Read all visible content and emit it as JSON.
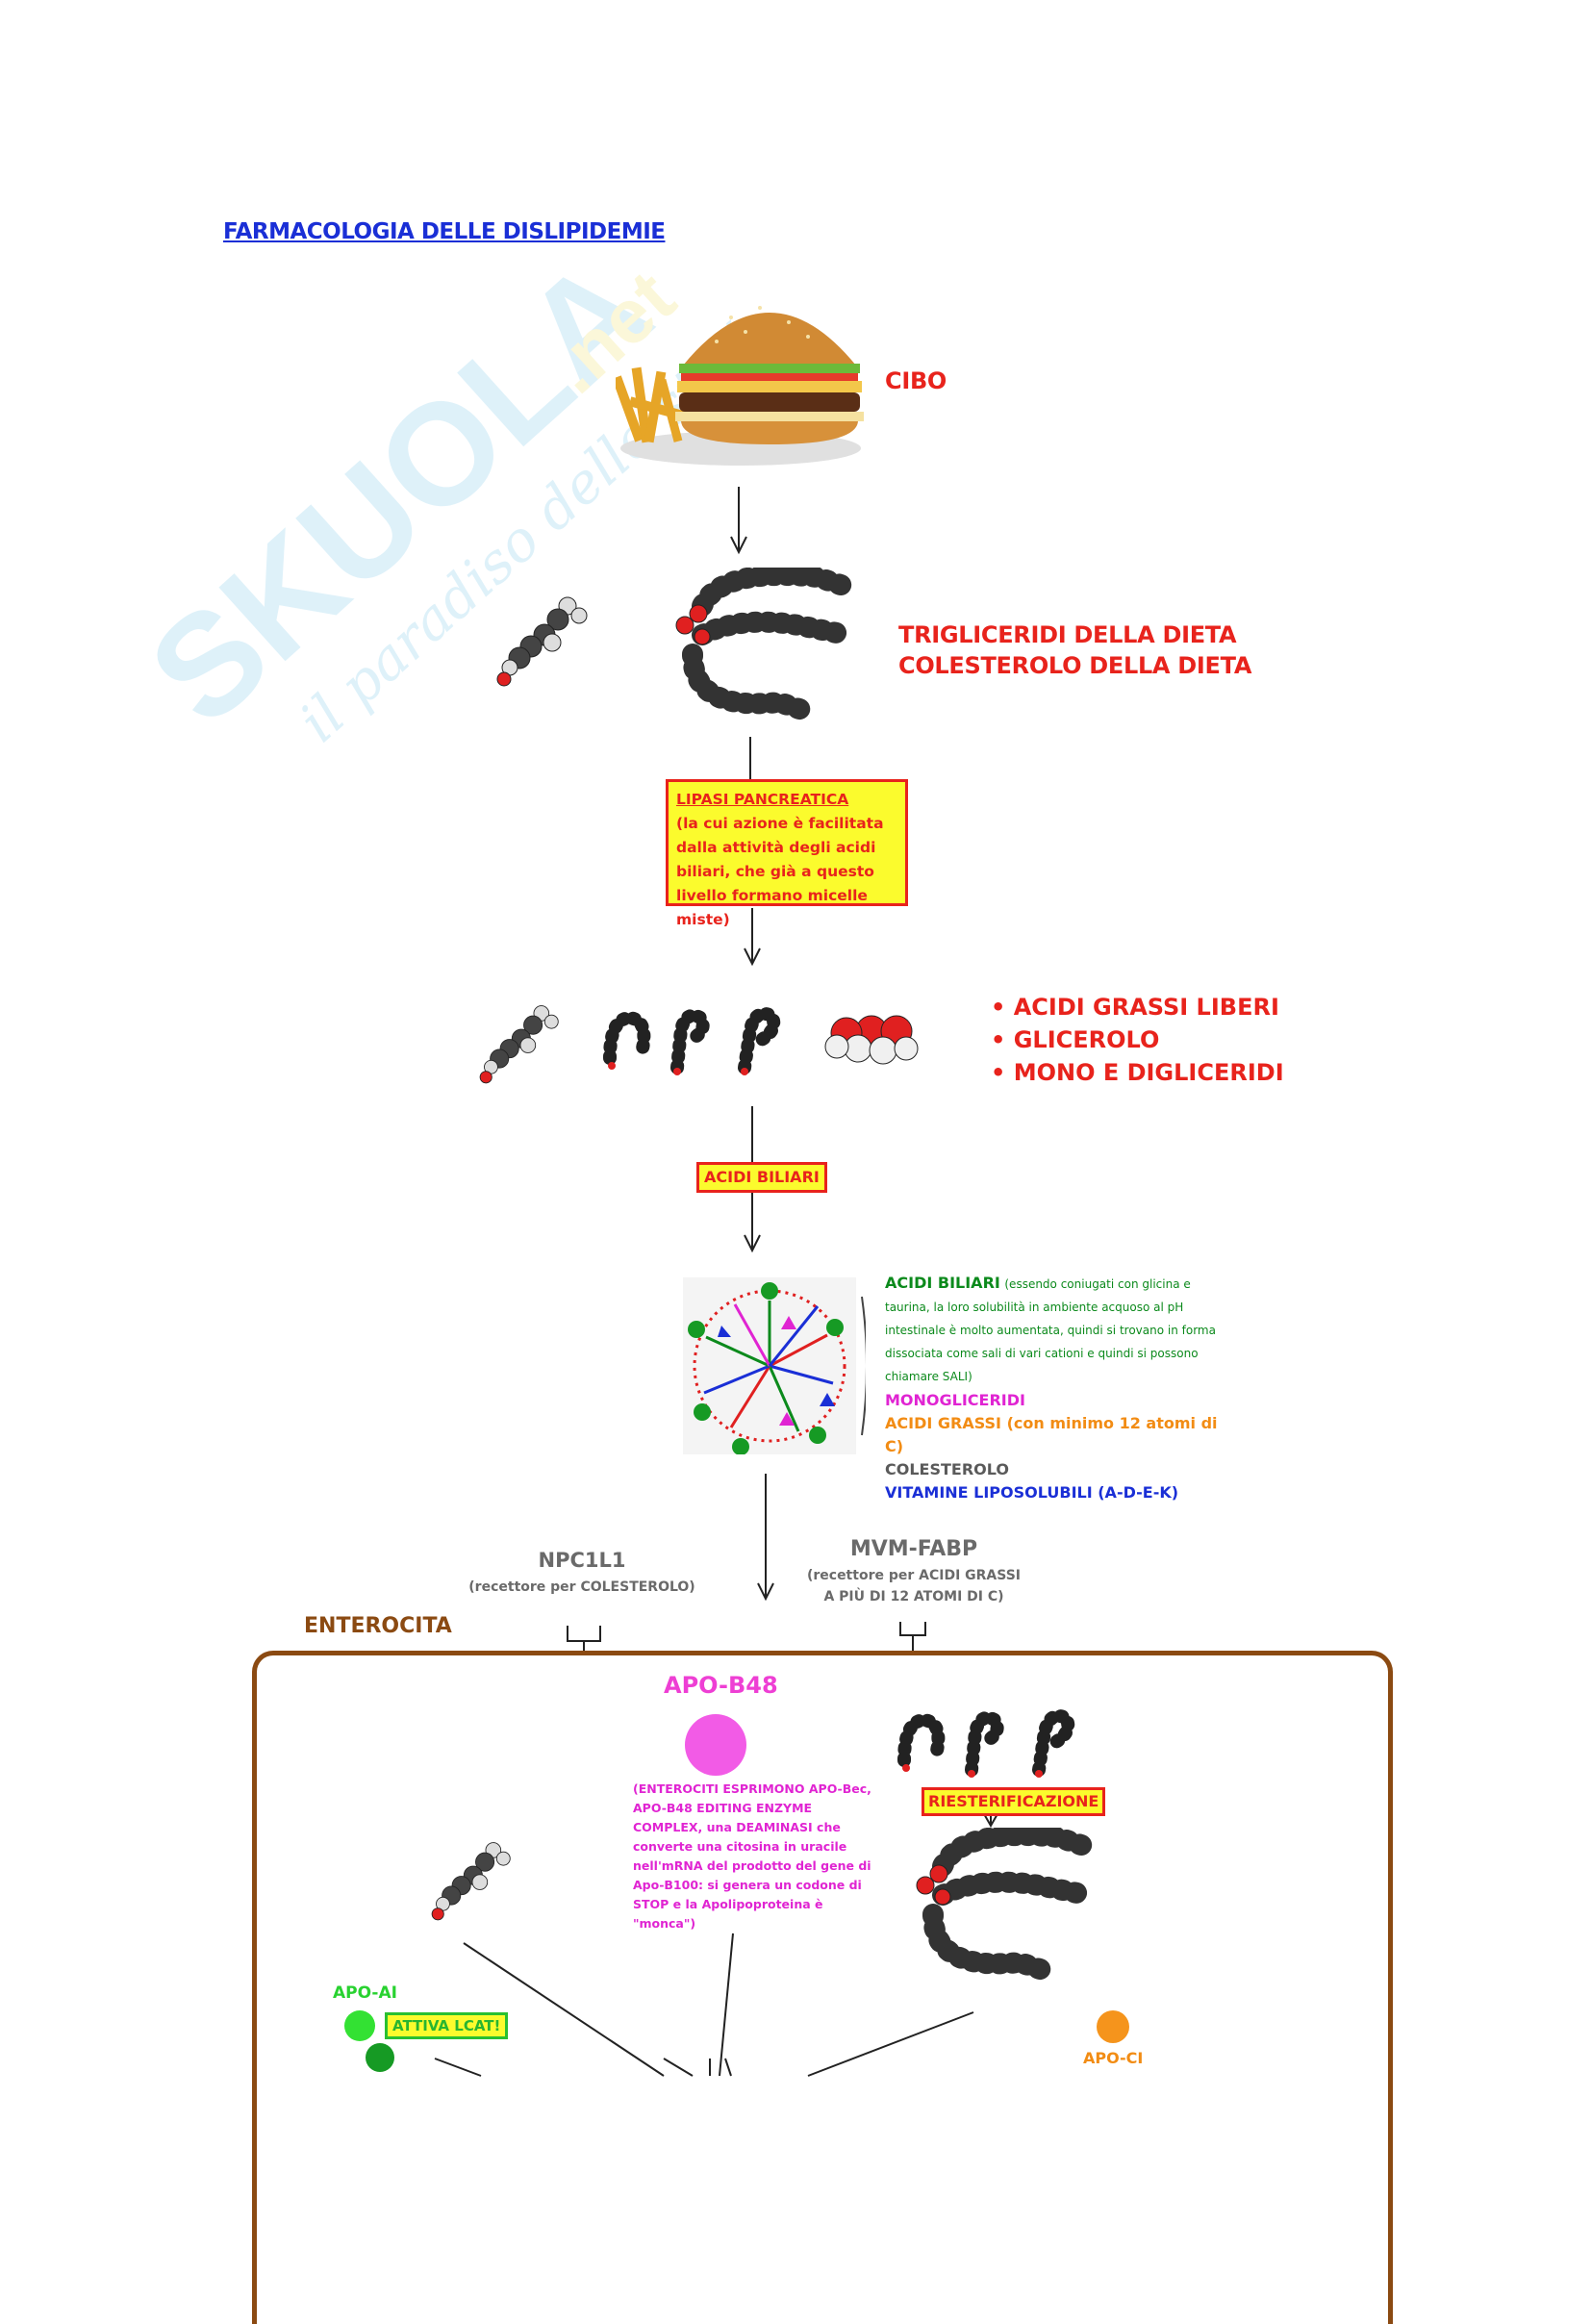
{
  "title": "FARMACOLOGIA DELLE DISLIPIDEMIE",
  "watermark": {
    "brand": "SKUOLA.net",
    "tagline": "il paradiso dello studente"
  },
  "cibo": "CIBO",
  "dieta": {
    "line1": "TRIGLICERIDI DELLA DIETA",
    "line2": "COLESTEROLO DELLA DIETA"
  },
  "lipasi": {
    "heading": "LIPASI PANCREATICA",
    "text": "(la cui azione è facilitata dalla attività degli acidi biliari, che già a questo livello formano micelle miste)"
  },
  "products": [
    "• ACIDI GRASSI LIBERI",
    "• GLICEROLO",
    "• MONO E DIGLICERIDI"
  ],
  "acidi_biliari_box": "ACIDI BILIARI",
  "micelle_legend": {
    "acidi_biliari": "ACIDI BILIARI",
    "acidi_biliari_note": "(essendo coniugati con glicina e taurina, la loro solubilità in ambiente acquoso al pH intestinale è molto aumentata, quindi si trovano in forma dissociata come sali di vari cationi e quindi si possono chiamare SALI)",
    "monogliceridi": "MONOGLICERIDI",
    "acidi_grassi": "ACIDI GRASSI (con minimo 12 atomi di C)",
    "colesterolo": "COLESTEROLO",
    "vitamine": "VITAMINE LIPOSOLUBILI (A-D-E-K)"
  },
  "npc1l1": {
    "name": "NPC1L1",
    "sub": "(recettore per COLESTEROLO)"
  },
  "mvm": {
    "name": "MVM-FABP",
    "sub1": "(recettore per ACIDI GRASSI",
    "sub2": "A PIÙ DI 12 ATOMI DI C)"
  },
  "enterocita": "ENTEROCITA",
  "apob48": {
    "label": "APO-B48",
    "text": "(ENTEROCITI ESPRIMONO APO-Bec, APO-B48 EDITING ENZYME COMPLEX, una DEAMINASI che converte una citosina in uracile nell'mRNA del prodotto del gene di Apo-B100: si genera un codone di STOP e la Apolipoproteina è \"monca\")"
  },
  "riesterificazione": "RIESTERIFICAZIONE",
  "apoai": {
    "label": "APO-AI",
    "badge": "ATTIVA LCAT!"
  },
  "apoci": "APO-CI",
  "colors": {
    "red": "#e8231c",
    "yellow": "#fbfb2d",
    "brown": "#8b4a12",
    "pink": "#f25be6",
    "green": "#33e133",
    "orange": "#f5941c",
    "blue": "#1a2fd6"
  }
}
